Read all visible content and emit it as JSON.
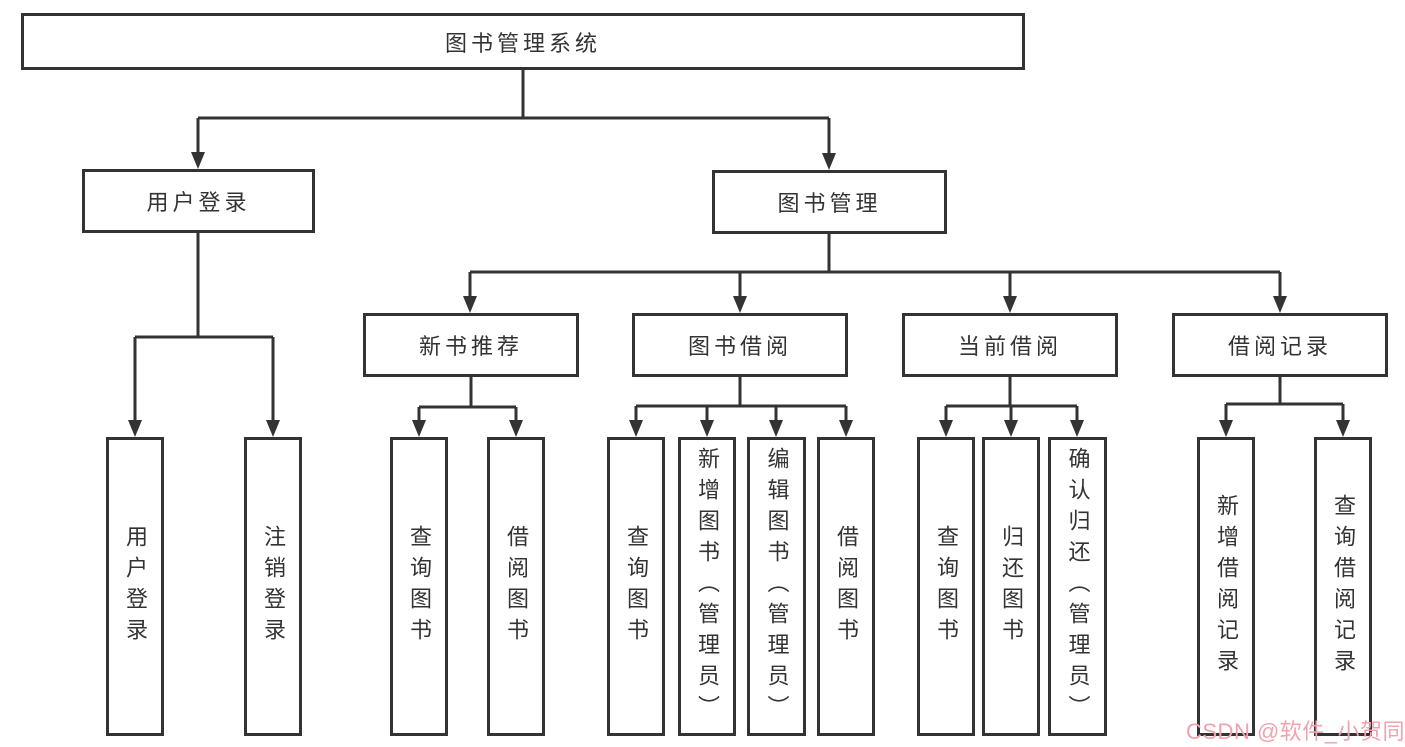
{
  "colors": {
    "line": "#333333",
    "box_border": "#333333",
    "box_background": "#ffffff",
    "text": "#333333",
    "watermark": "#f2a2ae"
  },
  "diagram": {
    "root": {
      "label": "图书管理系统"
    },
    "user_login_branch": {
      "label": "用户登录",
      "children": [
        {
          "label": "用户登录"
        },
        {
          "label": "注销登录"
        }
      ]
    },
    "book_management_branch": {
      "label": "图书管理",
      "sections": [
        {
          "label": "新书推荐",
          "children": [
            {
              "label": "查询图书"
            },
            {
              "label": "借阅图书"
            }
          ]
        },
        {
          "label": "图书借阅",
          "children": [
            {
              "label": "查询图书"
            },
            {
              "label": "新增图书（管理员）"
            },
            {
              "label": "编辑图书（管理员）"
            },
            {
              "label": "借阅图书"
            }
          ]
        },
        {
          "label": "当前借阅",
          "children": [
            {
              "label": "查询图书"
            },
            {
              "label": "归还图书"
            },
            {
              "label": "确认归还（管理员）"
            }
          ]
        },
        {
          "label": "借阅记录",
          "children": [
            {
              "label": "新增借阅记录"
            },
            {
              "label": "查询借阅记录"
            }
          ]
        }
      ]
    }
  },
  "watermark": {
    "text": "CSDN @软件_小贺同学"
  }
}
